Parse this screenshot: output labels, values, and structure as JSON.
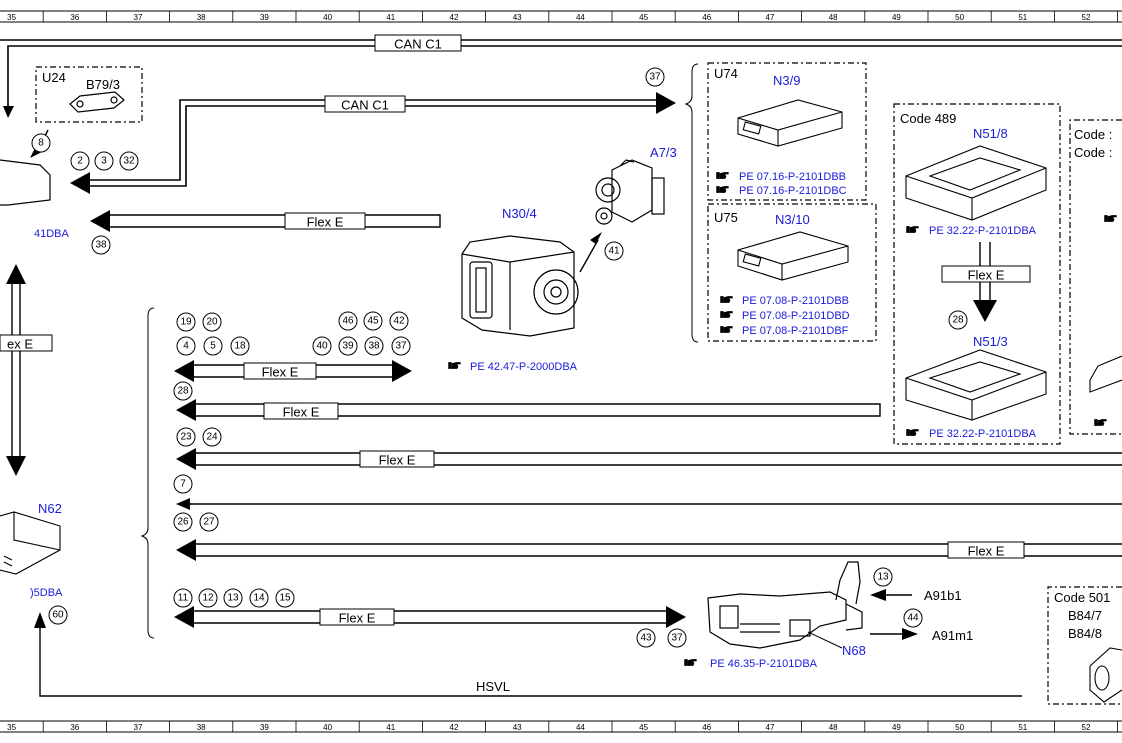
{
  "grid_columns": [
    "35",
    "36",
    "37",
    "38",
    "39",
    "40",
    "41",
    "42",
    "43",
    "44",
    "45",
    "46",
    "47",
    "48",
    "49",
    "50",
    "51",
    "52"
  ],
  "buses": {
    "can_c1_top": "CAN C1",
    "can_c1_mid": "CAN C1",
    "flex_e_1": "Flex E",
    "flex_e_left": "ex E",
    "flex_e_2": "Flex E",
    "flex_e_3": "Flex E",
    "flex_e_4": "Flex E",
    "flex_e_5": "Flex E",
    "flex_e_6": "Flex E",
    "flex_e_n51": "Flex E",
    "hsvl": "HSVL"
  },
  "components": {
    "u24": "U24",
    "b79_3": "B79/3",
    "u74": "U74",
    "n3_9": "N3/9",
    "u75": "U75",
    "n3_10": "N3/10",
    "code489": "Code 489",
    "n51_8": "N51/8",
    "n51_3": "N51/3",
    "code_cut_1": "Code :",
    "code_cut_2": "Code :",
    "a7_3": "A7/3",
    "n30_4": "N30/4",
    "n62": "N62",
    "n68": "N68",
    "a91b1": "A91b1",
    "a91m1": "A91m1",
    "code501": "Code 501",
    "b84_7": "B84/7",
    "b84_8": "B84/8",
    "left_ref_1": "41DBA",
    "left_ref_2": ")5DBA"
  },
  "refs": {
    "u74_a": "PE 07.16-P-2101DBB",
    "u74_b": "PE 07.16-P-2101DBC",
    "u75_a": "PE 07.08-P-2101DBB",
    "u75_b": "PE 07.08-P-2101DBD",
    "u75_c": "PE 07.08-P-2101DBF",
    "n51_8": "PE 32.22-P-2101DBA",
    "n51_3": "PE 32.22-P-2101DBA",
    "n30_4": "PE 42.47-P-2000DBA",
    "n68": "PE 46.35-P-2101DBA"
  },
  "markers": {
    "m8": "8",
    "m2": "2",
    "m3": "3",
    "m32": "32",
    "m38a": "38",
    "m37a": "37",
    "m41": "41",
    "m28a": "28",
    "m19": "19",
    "m20": "20",
    "m46": "46",
    "m45": "45",
    "m42": "42",
    "m4": "4",
    "m5": "5",
    "m18": "18",
    "m40": "40",
    "m39": "39",
    "m38b": "38",
    "m37b": "37",
    "m28b": "28",
    "m23": "23",
    "m24": "24",
    "m7": "7",
    "m26": "26",
    "m27": "27",
    "m11": "11",
    "m12": "12",
    "m13a": "13",
    "m14": "14",
    "m15": "15",
    "m43": "43",
    "m37c": "37",
    "m13b": "13",
    "m44": "44",
    "m60": "60"
  },
  "colors": {
    "line": "#000000",
    "component_label": "#1a1adc"
  },
  "icons": [
    "ref-hand-icon"
  ]
}
